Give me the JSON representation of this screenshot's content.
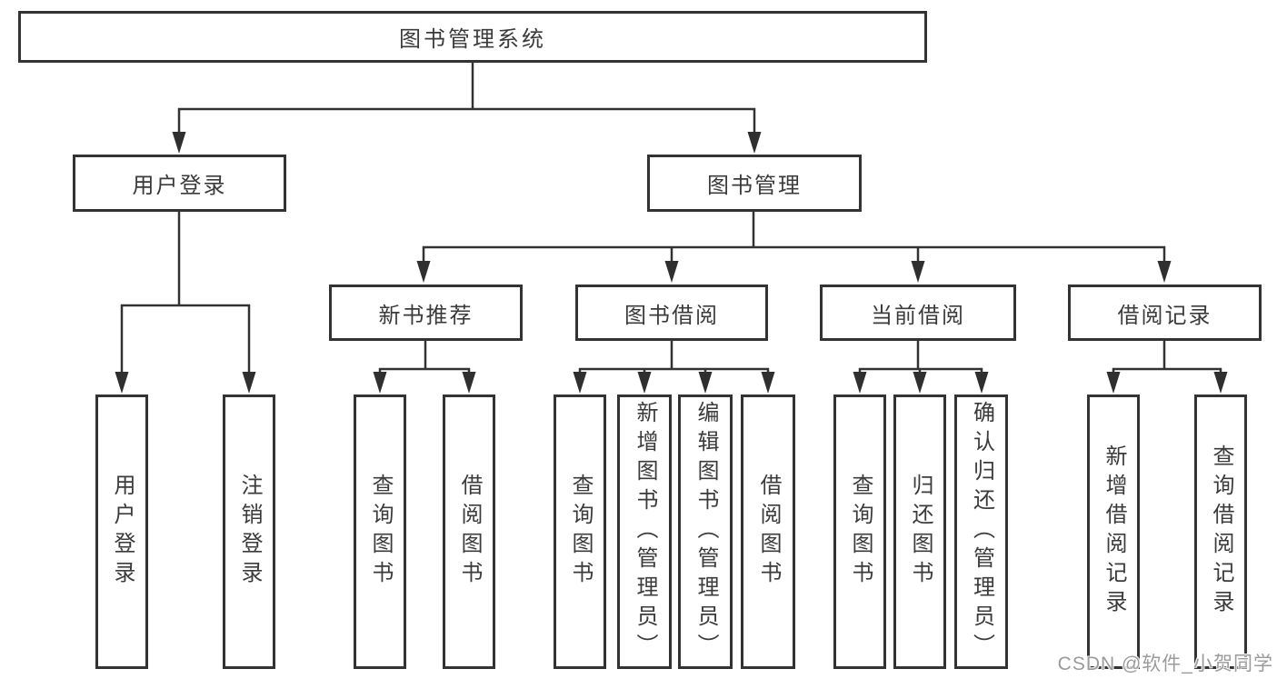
{
  "nodes": {
    "root": "图书管理系统",
    "user_login": "用户登录",
    "book_mgmt": "图书管理",
    "new_book_rec": "新书推荐",
    "book_borrow": "图书借阅",
    "current_borrow": "当前借阅",
    "borrow_records": "借阅记录",
    "leaf_user_login": "用户登录",
    "leaf_logout": "注销登录",
    "leaf_query_book_rec": "查询图书",
    "leaf_borrow_book_rec": "借阅图书",
    "leaf_query_book_bor": "查询图书",
    "leaf_add_book": "新增图书（管理员）",
    "leaf_edit_book": "编辑图书（管理员）",
    "leaf_borrow_book_bor": "借阅图书",
    "leaf_query_book_cur": "查询图书",
    "leaf_return_book": "归还图书",
    "leaf_confirm_return": "确认归还（管理员）",
    "leaf_add_record": "新增借阅记录",
    "leaf_query_record": "查询借阅记录"
  },
  "watermark": "CSDN @软件_小贺同学",
  "colors": {
    "line": "#333333",
    "text": "#3b3b3b",
    "watermark": "#9b9b9b",
    "background": "#ffffff"
  }
}
